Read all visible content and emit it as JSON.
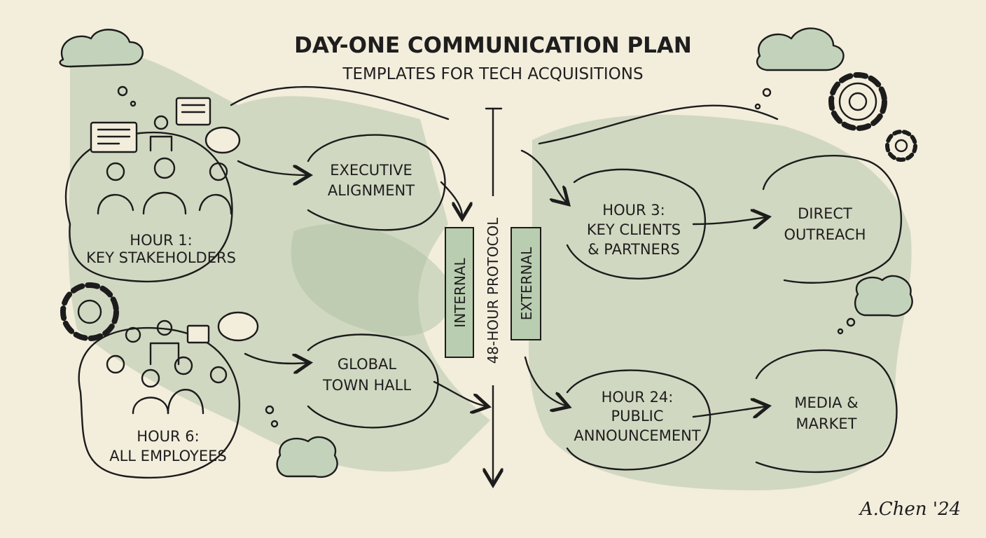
{
  "title": "DAY-ONE COMMUNICATION PLAN",
  "subtitle": "TEMPLATES FOR TECH ACQUISITIONS",
  "timeline": {
    "label": "48-HOUR PROTOCOL",
    "left_tag": "INTERNAL",
    "right_tag": "EXTERNAL"
  },
  "internal": [
    {
      "hour": "HOUR 1:",
      "audience": "KEY STAKEHOLDERS",
      "action": [
        "EXECUTIVE",
        "ALIGNMENT"
      ]
    },
    {
      "hour": "HOUR 6:",
      "audience": "ALL EMPLOYEES",
      "action": [
        "GLOBAL",
        "TOWN HALL"
      ]
    }
  ],
  "external": [
    {
      "lines": [
        "HOUR 3:",
        "KEY CLIENTS",
        "& PARTNERS"
      ],
      "action": [
        "DIRECT",
        "OUTREACH"
      ]
    },
    {
      "lines": [
        "HOUR 24:",
        "PUBLIC",
        "ANNOUNCEMENT"
      ],
      "action": [
        "MEDIA &",
        "MARKET"
      ]
    }
  ],
  "signature": "A.Chen '24",
  "colors": {
    "paper": "#f3eddc",
    "wash": "#a9bfa0",
    "ink": "#1c1c1c"
  },
  "icons": [
    "cloud-icon",
    "gear-icon",
    "speech-bubble-icon",
    "people-group-icon"
  ]
}
